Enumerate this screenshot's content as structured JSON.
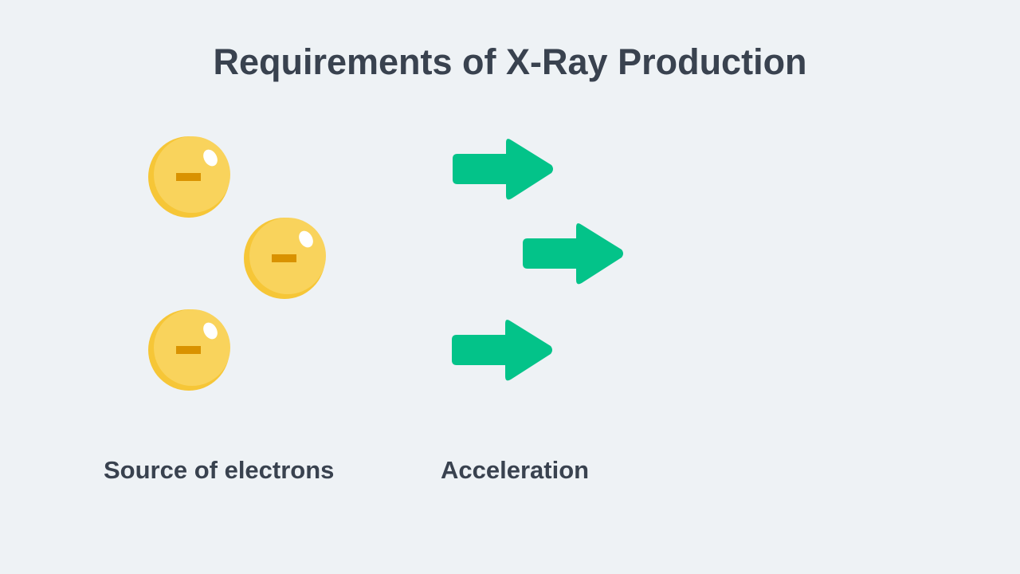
{
  "title": "Requirements of X-Ray Production",
  "labels": {
    "source": "Source of electrons",
    "acceleration": "Acceleration"
  },
  "icons": {
    "electron": "electron-icon",
    "arrow": "arrow-right-icon"
  },
  "colors": {
    "electron": "#f9d35c",
    "electron_shade": "#f6c637",
    "minus": "#d99200",
    "arrow": "#03c389",
    "text": "#39424f",
    "background": "#eef2f5"
  }
}
